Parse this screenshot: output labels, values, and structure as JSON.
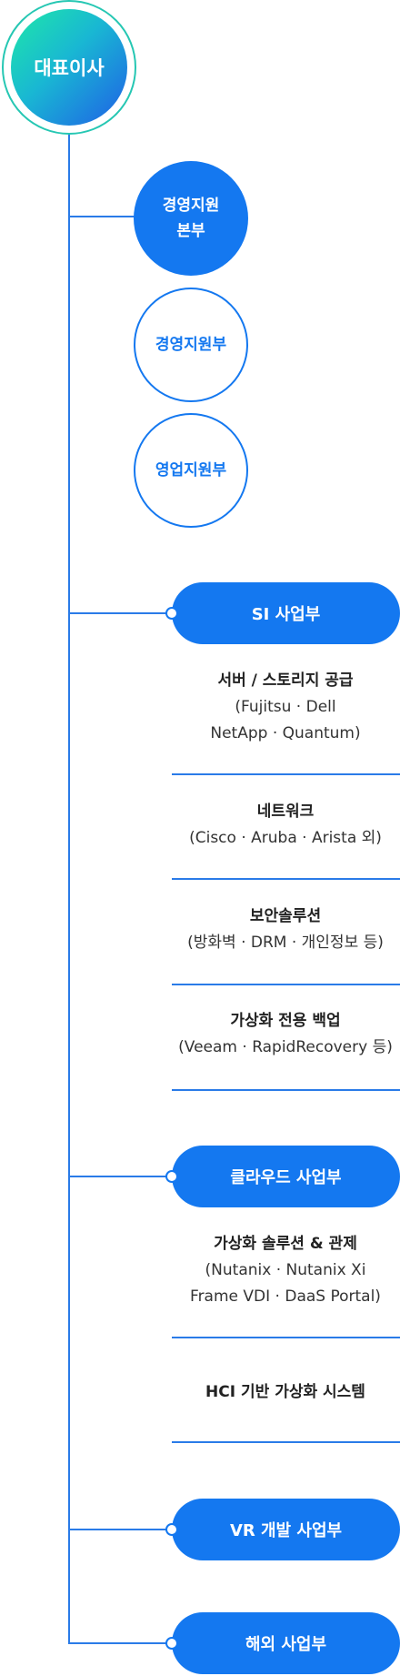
{
  "ceo": "대표이사",
  "support": [
    {
      "lines": [
        "경영지원",
        "본부"
      ],
      "style": "filled"
    },
    {
      "lines": [
        "경영지원부"
      ],
      "style": "outline"
    },
    {
      "lines": [
        "영업지원부"
      ],
      "style": "outline"
    }
  ],
  "divisions": [
    {
      "name": "SI 사업부",
      "items": [
        {
          "title": "서버 / 스토리지 공급",
          "desc": [
            "(Fujitsu · Dell",
            "NetApp · Quantum)"
          ]
        },
        {
          "title": "네트워크",
          "desc": [
            "(Cisco · Aruba · Arista 외)"
          ]
        },
        {
          "title": "보안솔루션",
          "desc": [
            "(방화벽 · DRM · 개인정보 등)"
          ]
        },
        {
          "title": "가상화 전용 백업",
          "desc": [
            "(Veeam · RapidRecovery 등)"
          ]
        }
      ]
    },
    {
      "name": "클라우드 사업부",
      "items": [
        {
          "title": "가상화 솔루션 & 관제",
          "desc": [
            "(Nutanix · Nutanix Xi",
            "Frame VDI · DaaS Portal)"
          ]
        },
        {
          "title": "HCI 기반 가상화 시스템",
          "desc": []
        }
      ]
    },
    {
      "name": "VR 개발 사업부",
      "items": []
    },
    {
      "name": "해외 사업부",
      "items": []
    }
  ],
  "colors": {
    "primary": "#1478f0",
    "line": "#2a7be8",
    "ceo_gradient": [
      "#1ee8a8",
      "#1f5fe6"
    ]
  }
}
